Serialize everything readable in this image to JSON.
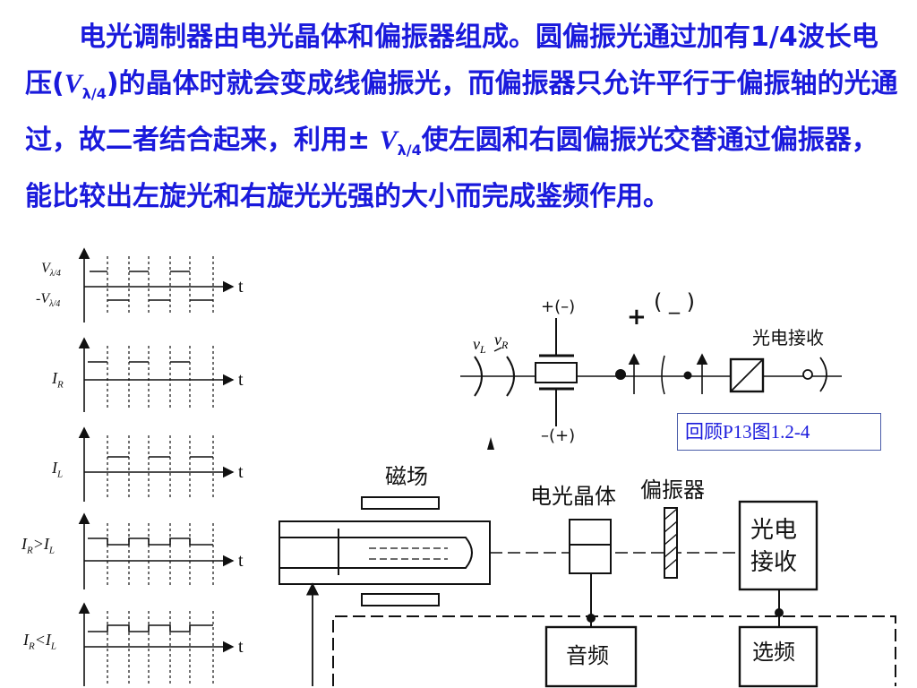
{
  "paragraph": {
    "s1": "电光调制器由电光晶体和偏振器组成。圆偏振光通过加有",
    "frac": "1/4",
    "s2": "波长电压(",
    "V": "V",
    "sub": "λ/4",
    "s3": ")的晶体时就会变成线偏振光，而偏振器只允许平行于偏振轴的光通过，故二者结合起来，利用± ",
    "s4": "使左圆和右圆偏振光交替通过偏振器，能比较出左旋光和右旋光光强的大小而完成鉴频作用。"
  },
  "waveforms": {
    "t_label": "t",
    "v_pos": "V",
    "v_neg": "-V",
    "v_sub": "λ/4",
    "I": "I",
    "R": "R",
    "L": "L",
    "gt": ">",
    "lt": "<"
  },
  "diagram_top": {
    "top_sign": "+(–)",
    "bottom_sign": "–(+)",
    "plus": "+",
    "paren": "( _ )",
    "nu": "ν",
    "nu_L": "L",
    "nu_R": "R",
    "receiver": "光电接收",
    "reference": "回顾P13图1.2-4"
  },
  "diagram_bottom": {
    "magnetic": "磁场",
    "crystal": "电光晶体",
    "polarizer": "偏振器",
    "receiver_1": "光电",
    "receiver_2": "接收",
    "audio": "音频",
    "select": "选频"
  }
}
